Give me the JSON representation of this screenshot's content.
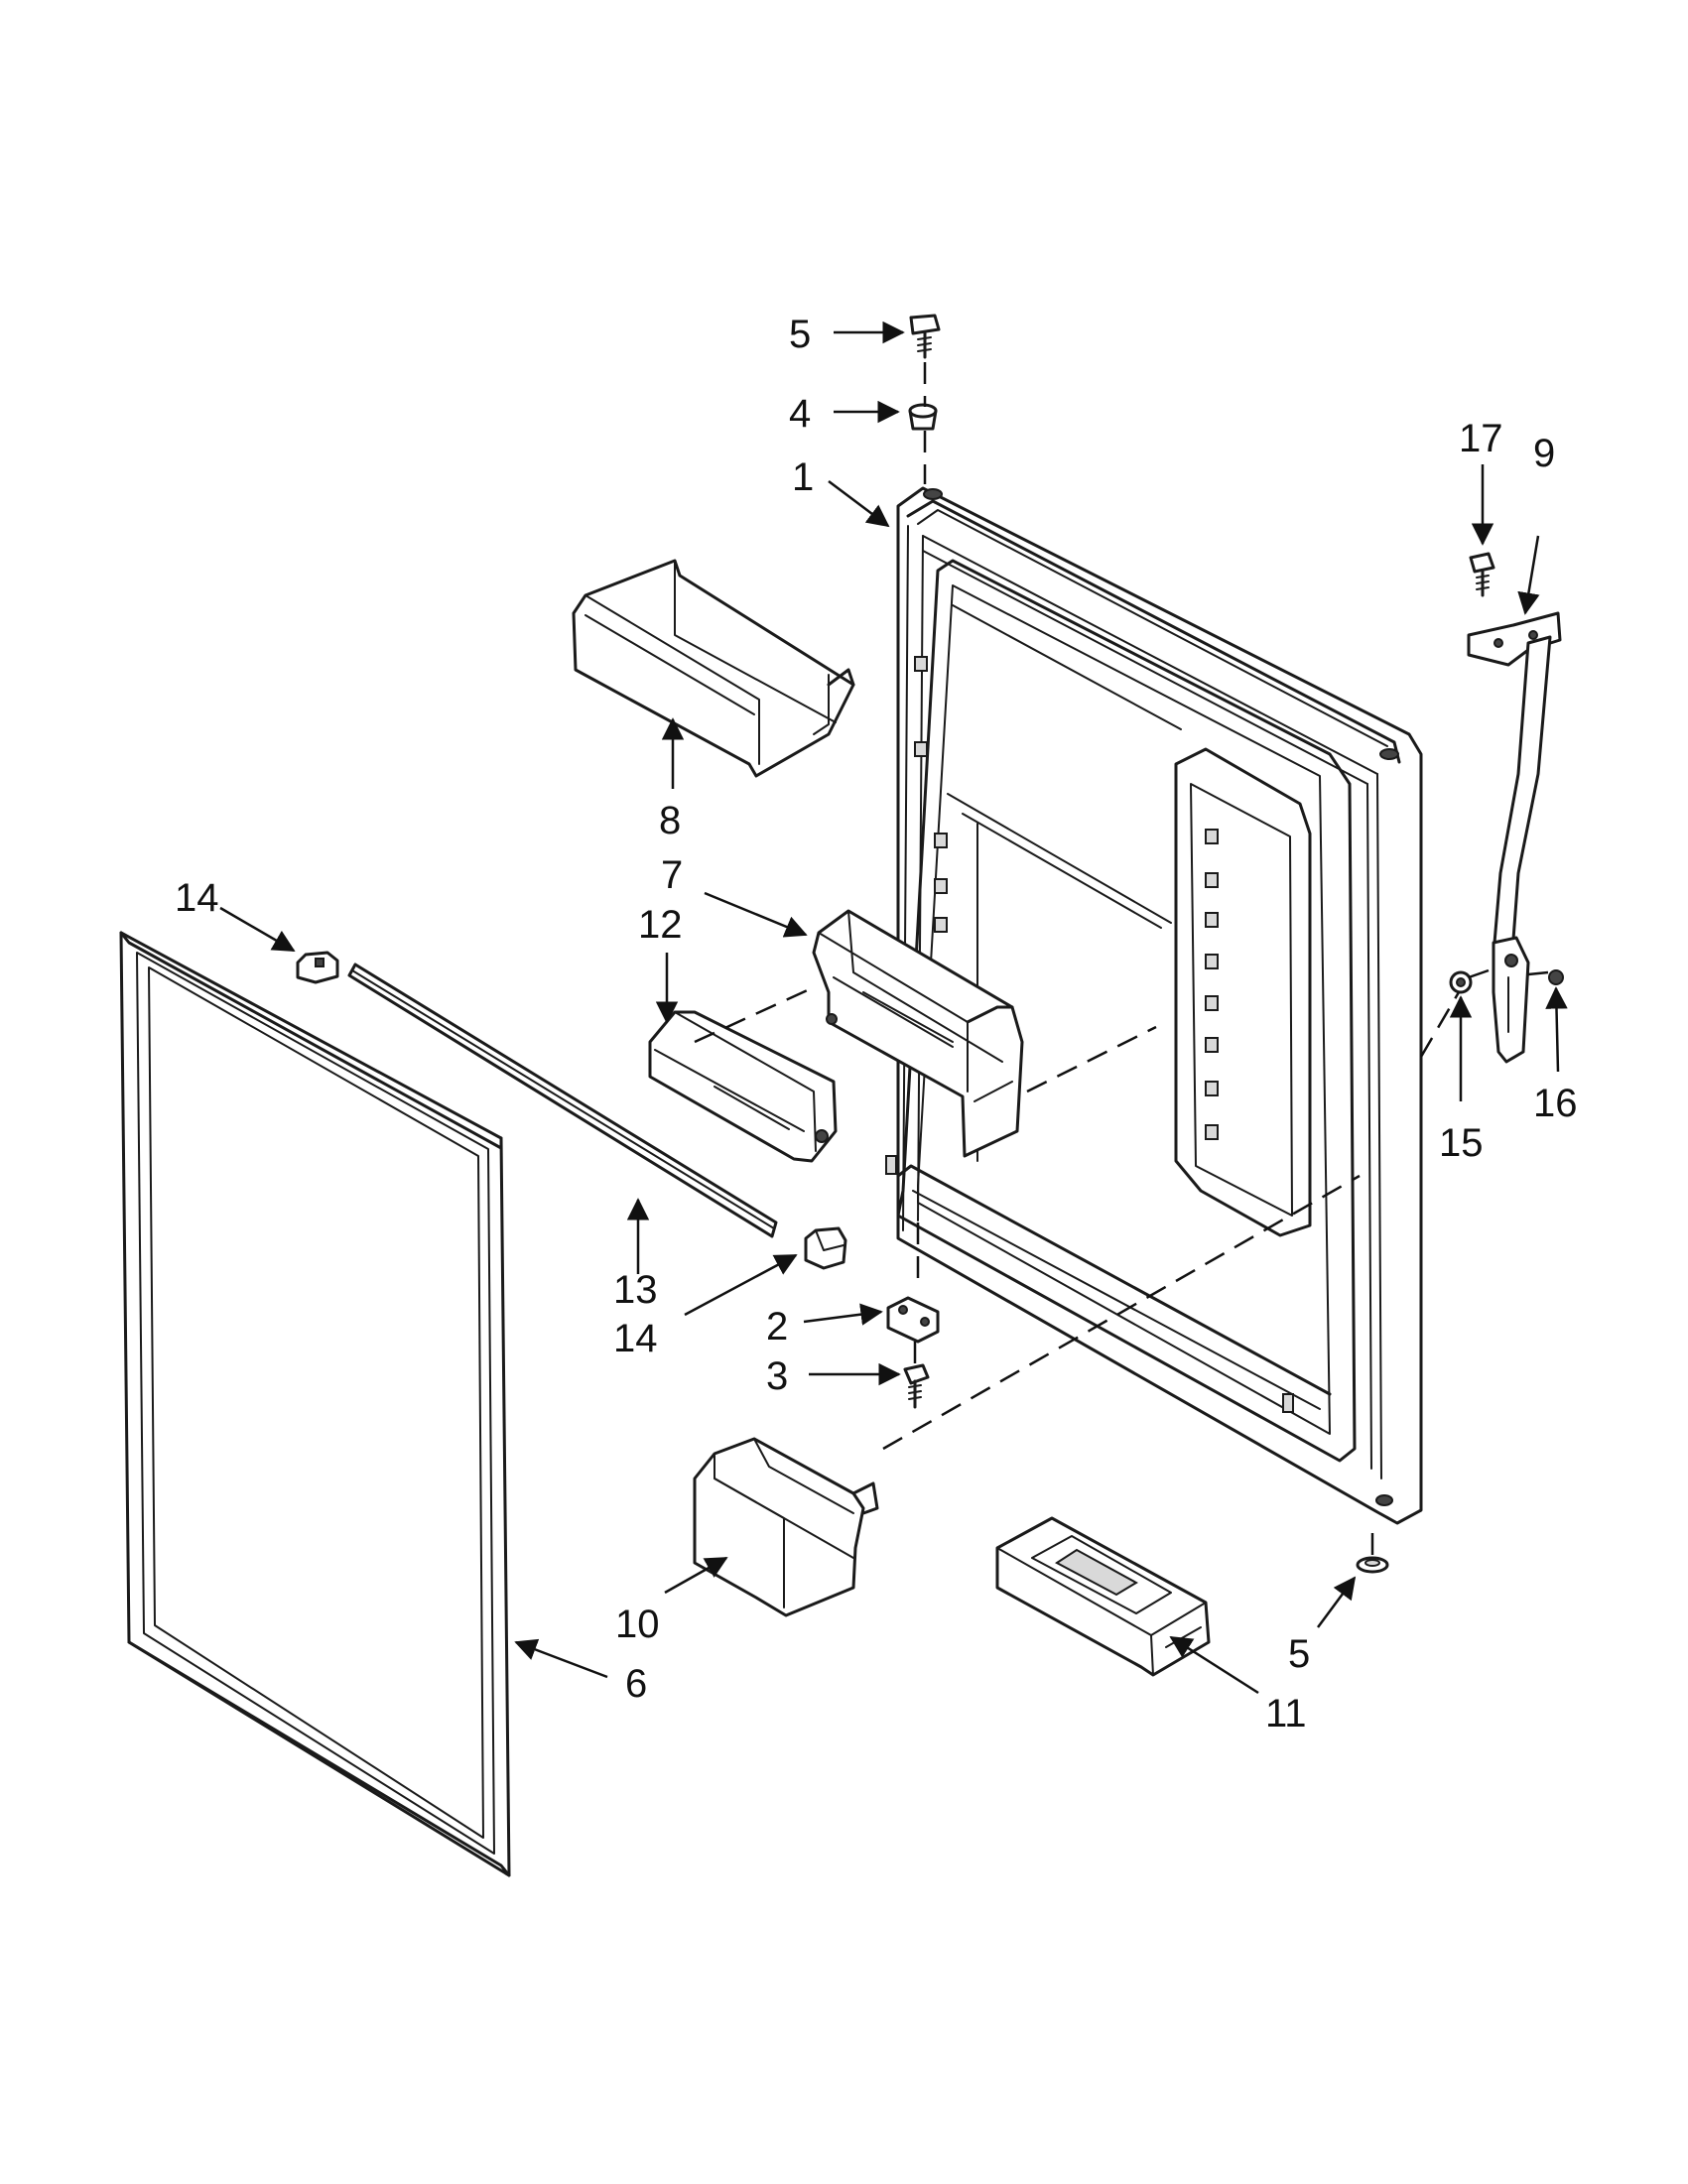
{
  "callouts": {
    "c1": "1",
    "c2": "2",
    "c3": "3",
    "c4": "4",
    "c5_top": "5",
    "c5_bottom": "5",
    "c6": "6",
    "c7": "7",
    "c8": "8",
    "c9": "9",
    "c10": "10",
    "c11": "11",
    "c12": "12",
    "c13": "13",
    "c14_top": "14",
    "c14_mid": "14",
    "c15": "15",
    "c16": "16",
    "c17": "17"
  }
}
